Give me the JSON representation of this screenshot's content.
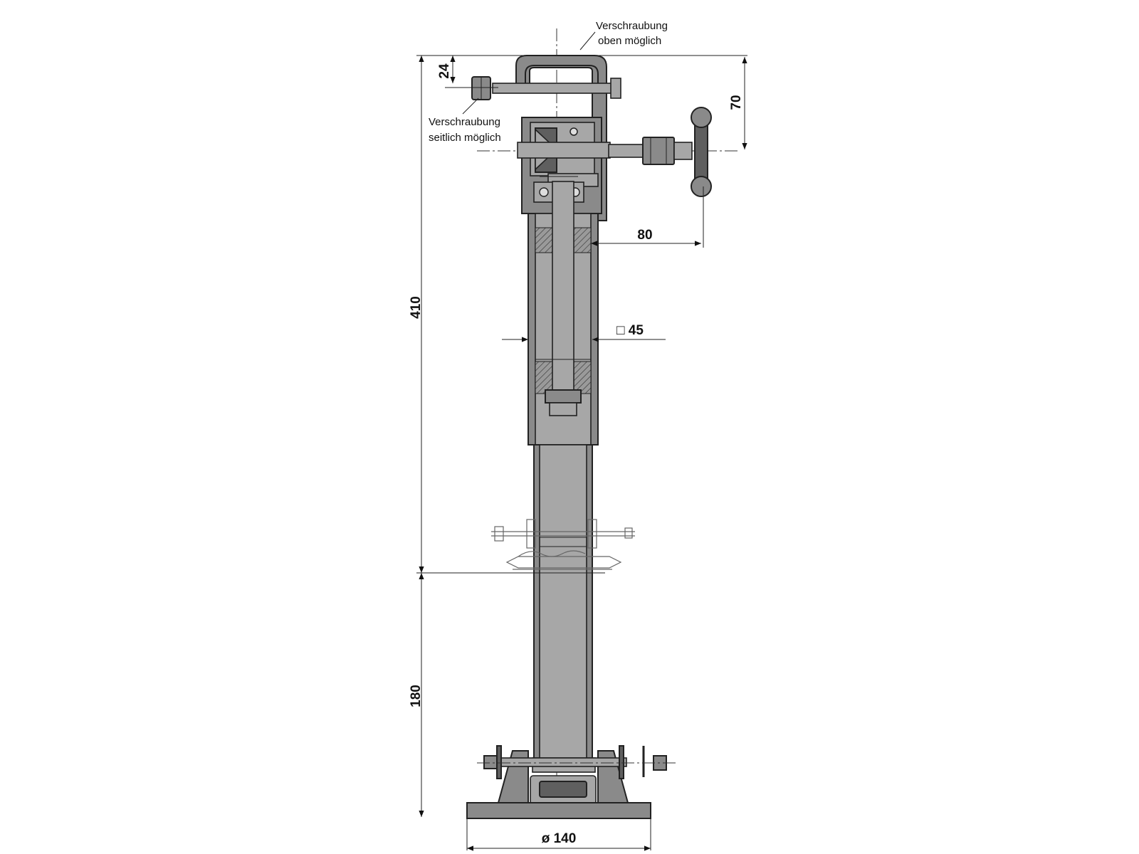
{
  "drawing": {
    "dimensions": {
      "top_offset": "24",
      "crank_height": "70",
      "crank_reach": "80",
      "tube_square": "□ 45",
      "upper_length": "410",
      "lower_length": "180",
      "foot_diameter": "ø 140"
    },
    "notes": {
      "top_line1": "Verschraubung",
      "top_line2": "oben möglich",
      "side_line1": "Verschraubung",
      "side_line2": "seitlich möglich"
    }
  }
}
